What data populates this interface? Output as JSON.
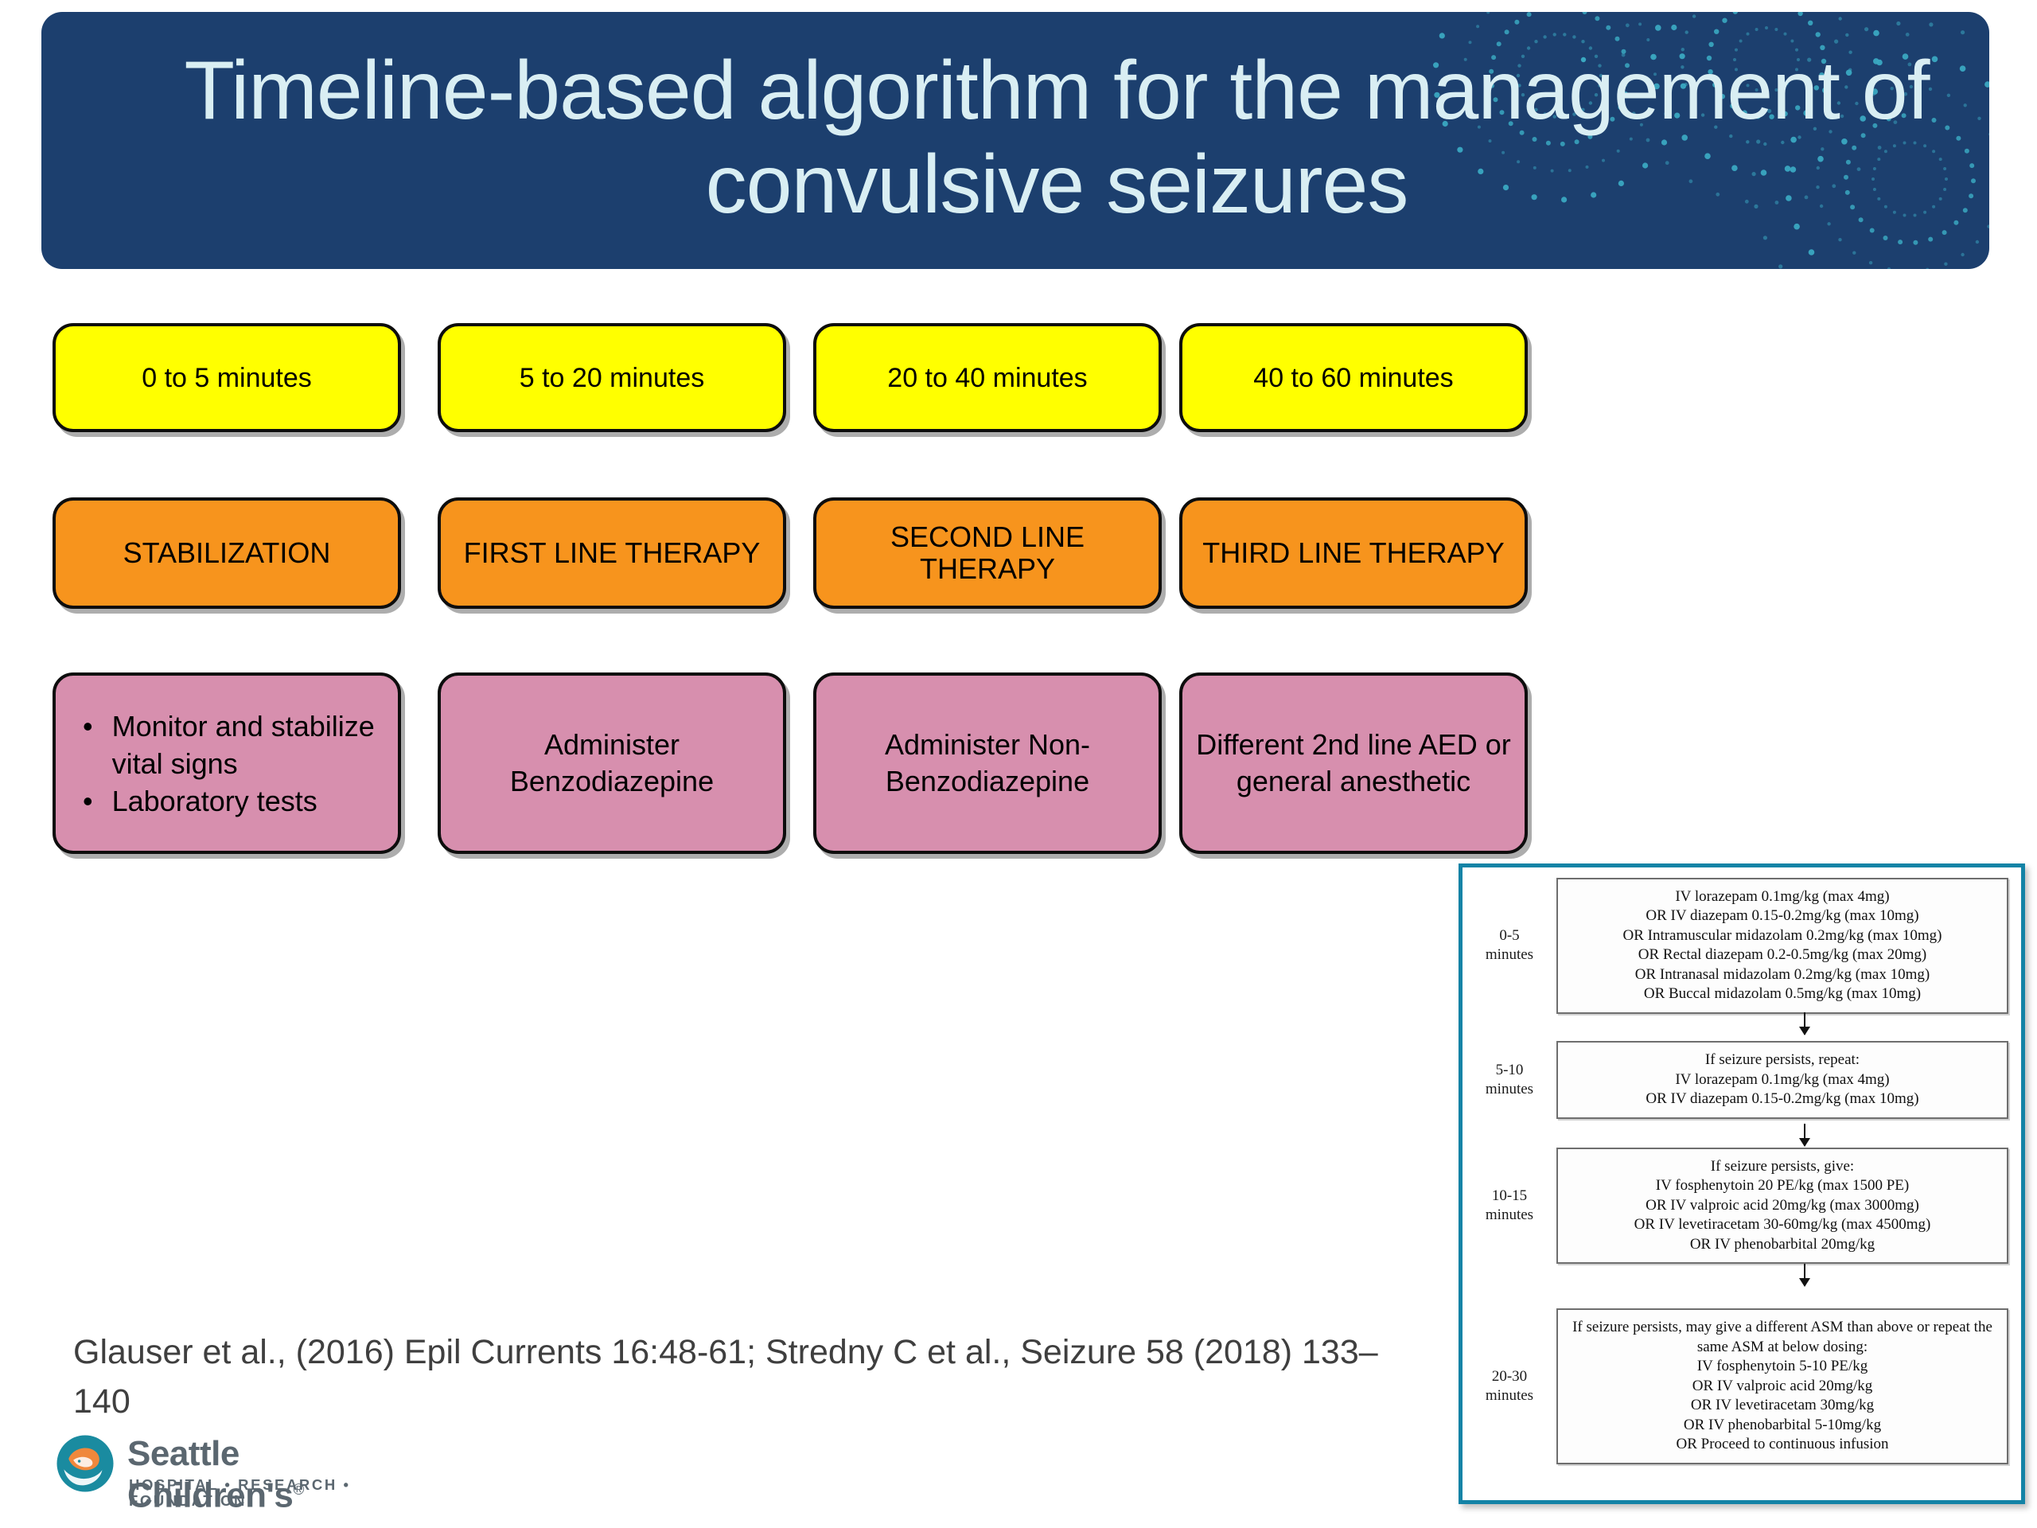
{
  "header": {
    "title": "Timeline-based algorithm for the management of convulsive seizures",
    "bg_color": "#1c3f6e",
    "text_color": "#d9eef3",
    "decor_color": "#3aa8c1"
  },
  "columns": [
    {
      "time": "0 to 5 minutes",
      "stage": "STABILIZATION",
      "action_bullets": [
        "Monitor and stabilize vital signs",
        "Laboratory tests"
      ],
      "action": ""
    },
    {
      "time": "5 to 20 minutes",
      "stage": "FIRST LINE THERAPY",
      "action_bullets": [],
      "action": "Administer Benzodiazepine"
    },
    {
      "time": "20 to 40 minutes",
      "stage": "SECOND LINE THERAPY",
      "action_bullets": [],
      "action": "Administer Non-Benzodiazepine"
    },
    {
      "time": "40 to 60 minutes",
      "stage": "THIRD LINE THERAPY",
      "action_bullets": [],
      "action": "Different 2nd line AED or general anesthetic"
    }
  ],
  "row_colors": {
    "time": "#ffff00",
    "stage": "#f7941d",
    "action": "#d78fae"
  },
  "citation": "Glauser et al., (2016) Epil Currents 16:48-61; Stredny C et al., Seizure 58 (2018) 133–140",
  "logo": {
    "name": "Seattle Children's",
    "registered": "®",
    "tagline": "HOSPITAL • RESEARCH • FOUNDATION",
    "mark_color": "#1a8ba0",
    "mark_accent": "#f0883c",
    "text_color": "#5b6770"
  },
  "flowchart": {
    "border_color": "#1383a6",
    "rows": [
      {
        "time_label": "0-5\nminutes",
        "lines": [
          "IV lorazepam 0.1mg/kg (max 4mg)",
          "OR IV diazepam 0.15-0.2mg/kg (max 10mg)",
          "OR Intramuscular midazolam 0.2mg/kg (max 10mg)",
          "OR Rectal diazepam 0.2-0.5mg/kg (max 20mg)",
          "OR Intranasal midazolam 0.2mg/kg (max 10mg)",
          "OR Buccal midazolam 0.5mg/kg (max 10mg)"
        ]
      },
      {
        "time_label": "5-10\nminutes",
        "lines": [
          "If seizure persists, repeat:",
          "IV lorazepam 0.1mg/kg (max 4mg)",
          "OR IV diazepam 0.15-0.2mg/kg (max 10mg)"
        ]
      },
      {
        "time_label": "10-15\nminutes",
        "lines": [
          "If seizure persists, give:",
          "IV fosphenytoin 20 PE/kg (max 1500 PE)",
          "OR IV valproic acid 20mg/kg (max 3000mg)",
          "OR IV levetiracetam 30-60mg/kg (max 4500mg)",
          "OR IV phenobarbital 20mg/kg"
        ]
      },
      {
        "time_label": "20-30\nminutes",
        "lines": [
          "If seizure persists, may give a different ASM than above or repeat the same ASM at below dosing:",
          "IV fosphenytoin 5-10 PE/kg",
          "OR IV valproic acid 20mg/kg",
          "OR IV levetiracetam 30mg/kg",
          "OR IV phenobarbital 5-10mg/kg",
          "OR Proceed to continuous infusion"
        ]
      }
    ]
  }
}
